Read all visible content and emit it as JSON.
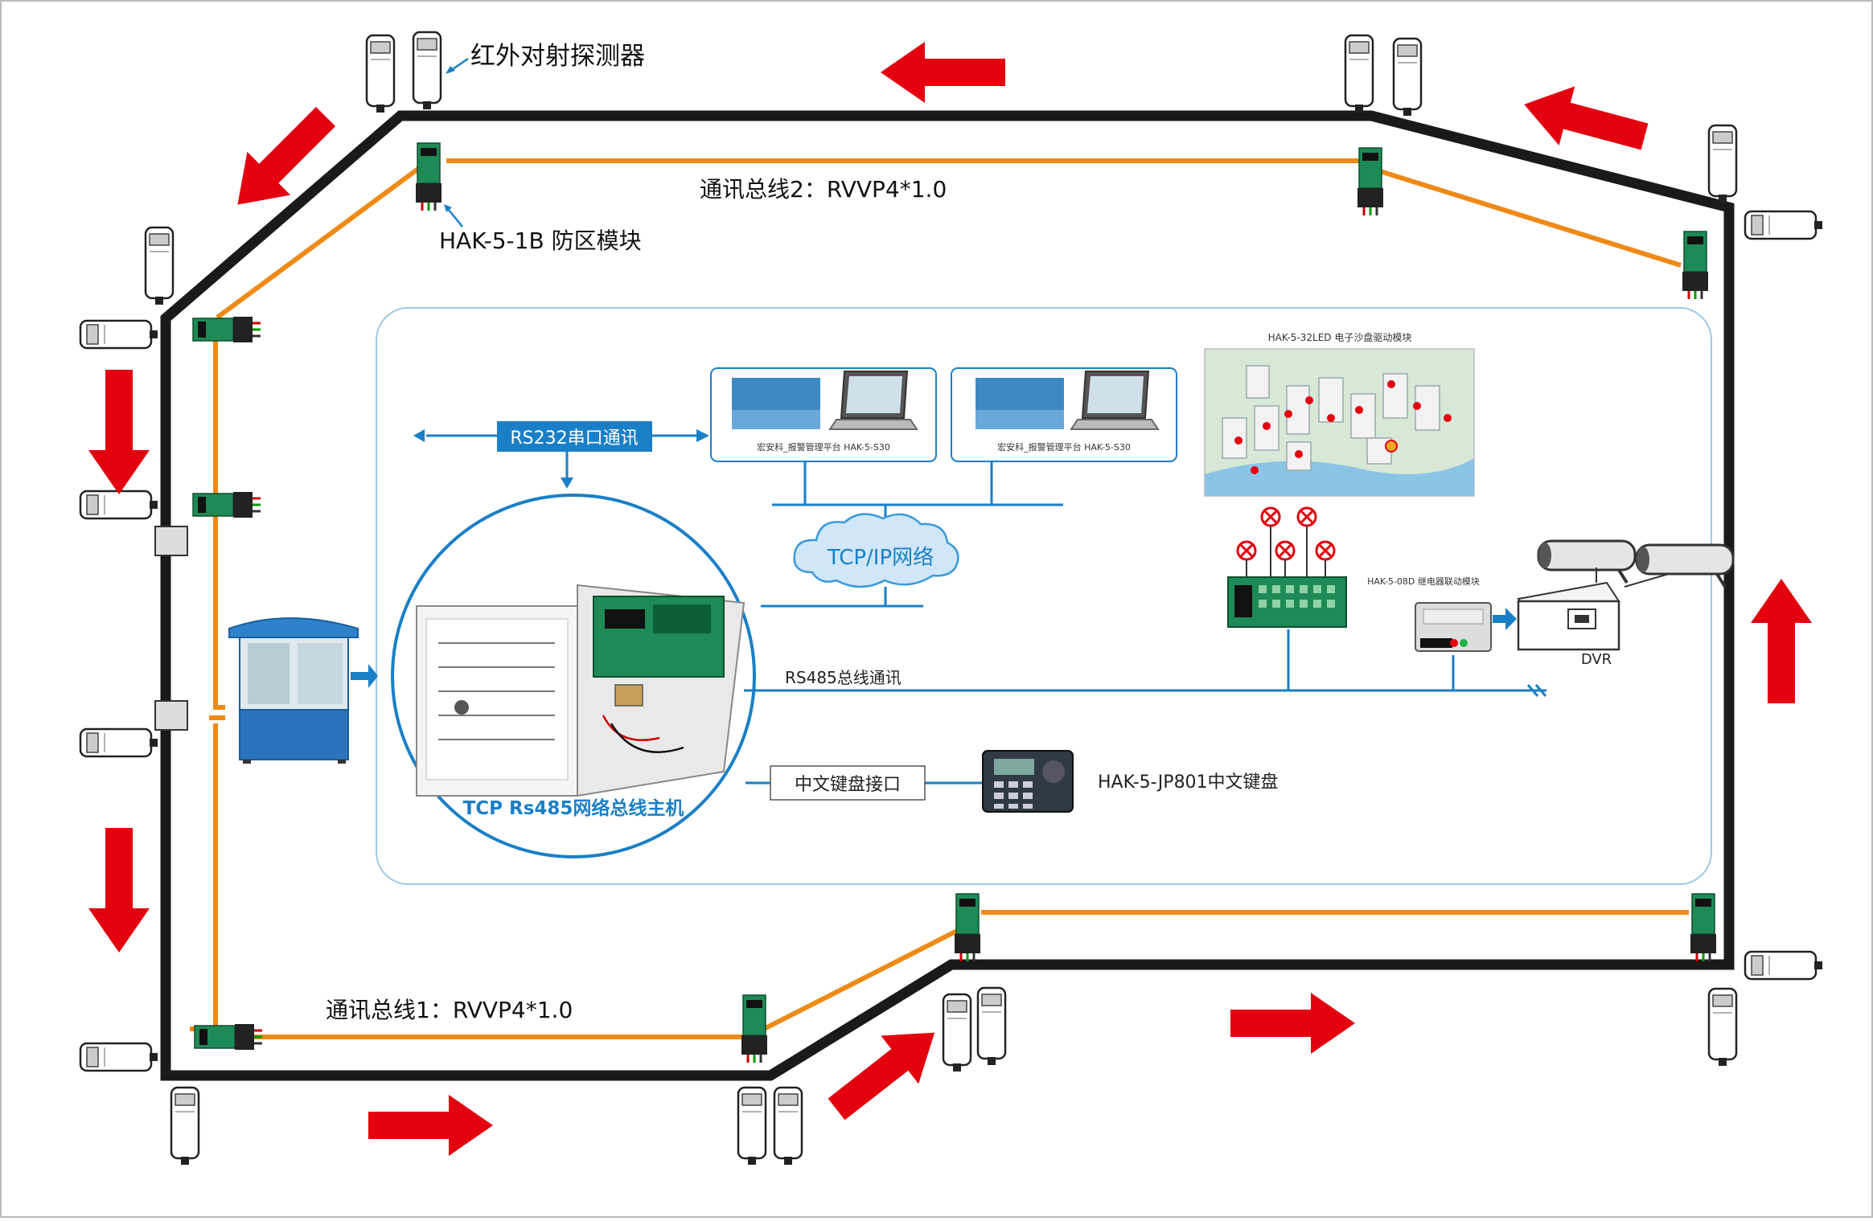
{
  "labels": {
    "detector": "红外对射探测器",
    "bus2": "通讯总线2：RVVP4*1.0",
    "bus1": "通讯总线1：RVVP4*1.0",
    "zone_module": "HAK-5-1B 防区模块",
    "rs232": "RS232串口通讯",
    "tcpip": "TCP/IP网络",
    "rs485": "RS485总线通讯",
    "host": "TCP Rs485网络总线主机",
    "keyboard_interface": "中文键盘接口",
    "keyboard": "HAK-5-JP801中文键盘",
    "platform1": "宏安科_报警管理平台 HAK-5-S30",
    "platform2": "宏安科_报警管理平台 HAK-5-S30",
    "sandtable": "HAK-5-32LED 电子沙盘驱动模块",
    "relay": "HAK-5-08D 继电器联动模块",
    "dvr": "DVR"
  },
  "colors": {
    "perimeter": "#1a1a1a",
    "bus": "#ee8a16",
    "arrow": "#e3000f",
    "blue": "#1a7fc6",
    "label_bg": "#1a7fc6"
  }
}
